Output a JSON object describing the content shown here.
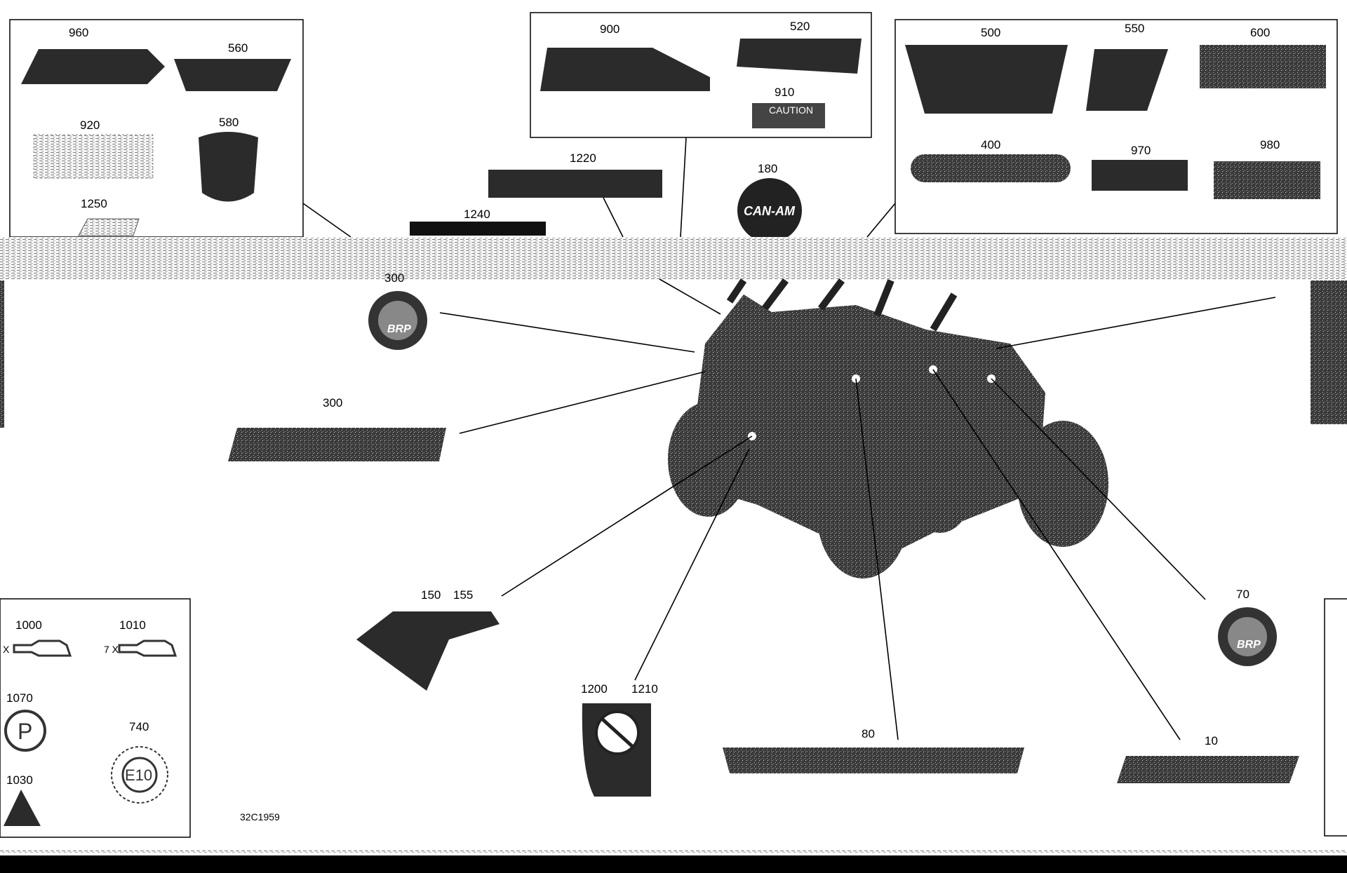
{
  "diagram": {
    "drawing_code": "32C1959",
    "boxes": {
      "top_left": {
        "labels": [
          "960",
          "560",
          "920",
          "580",
          "1250"
        ]
      },
      "top_center": {
        "labels": [
          "900",
          "520",
          "910"
        ],
        "caution_text": "CAUTION"
      },
      "top_right": {
        "labels": [
          "500",
          "550",
          "600",
          "400",
          "970",
          "980"
        ]
      },
      "bottom_left": {
        "labels": [
          "1000",
          "1010",
          "1070",
          "740",
          "1030"
        ],
        "e10_text": "E10",
        "parking_text": "P",
        "qty_1000": "X",
        "qty_1010": "7 X"
      }
    },
    "callouts": {
      "c1220": "1220",
      "c1240": "1240",
      "c180": "180",
      "c300_top": "300",
      "c300": "300",
      "c150": "150",
      "c155": "155",
      "c1200": "1200",
      "c1210": "1210",
      "c80": "80",
      "c10": "10",
      "c70": "70"
    },
    "logos": {
      "can_am": "CAN-AM",
      "brp": "BRP"
    }
  }
}
